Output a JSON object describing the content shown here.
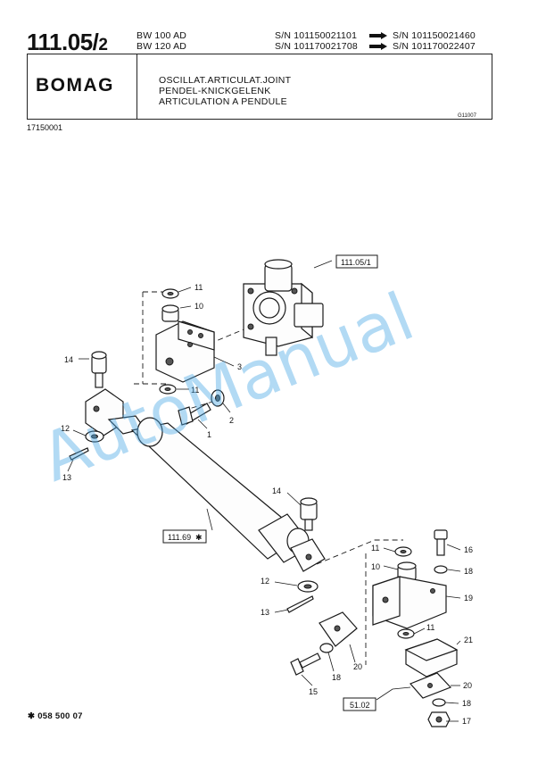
{
  "header": {
    "part_group": "111.05/",
    "part_group_sub": "2",
    "models": [
      "BW 100 AD",
      "BW 120 AD"
    ],
    "serial_ranges": [
      {
        "from": "S/N 101150021101",
        "to": "S/N 101150021460"
      },
      {
        "from": "S/N 101170021708",
        "to": "S/N 101170022407"
      }
    ]
  },
  "brand": {
    "logo_text": "BOMAG"
  },
  "titles": [
    "OSCILLAT.ARTICULAT.JOINT",
    "PENDEL-KNICKGELENK",
    "ARTICULATION A PENDULE"
  ],
  "drawing_code": "G11007",
  "doc_number": "17150001",
  "drawing": {
    "callouts": [
      "11",
      "10",
      "3",
      "11",
      "2",
      "1",
      "14",
      "12",
      "13",
      "14",
      "12",
      "13",
      "11",
      "16",
      "10",
      "18",
      "19",
      "11",
      "21",
      "20",
      "15",
      "18",
      "20",
      "18",
      "17"
    ],
    "references": [
      "111.05/1",
      "111.69",
      "51.02"
    ],
    "watermark": "AutoManual"
  },
  "footer": {
    "note": "✱ 058 500 07"
  }
}
